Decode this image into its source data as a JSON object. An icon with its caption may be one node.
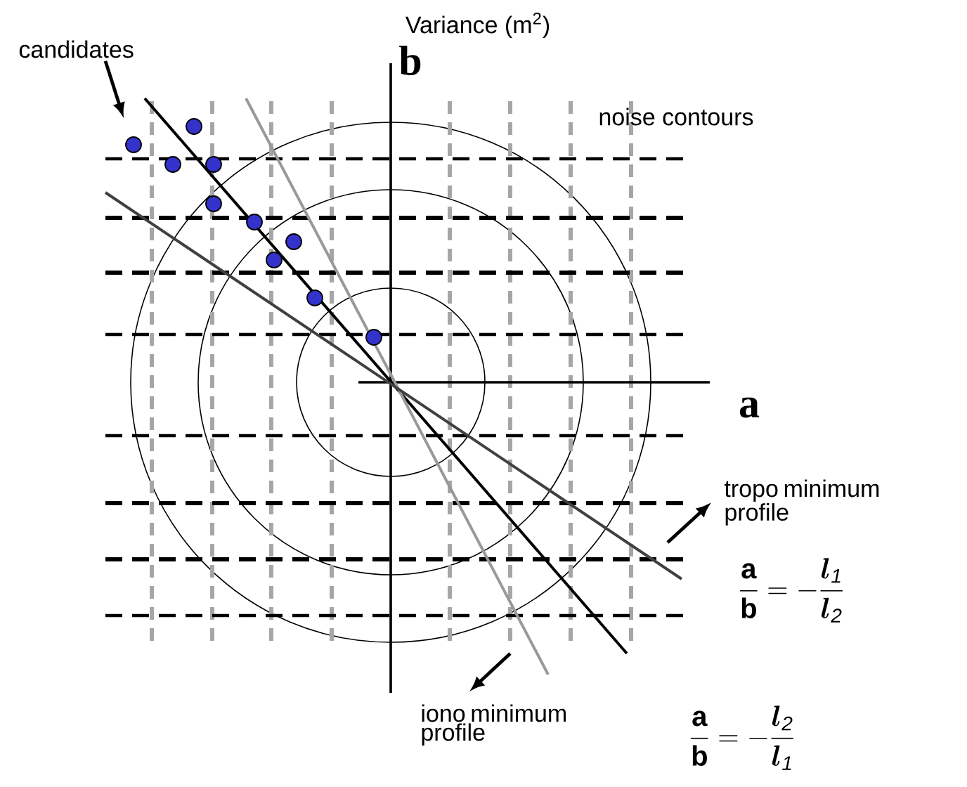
{
  "diagram": {
    "nodes": [
      {
        "text": [
          "candidates"
        ]
      },
      {
        "text": [
          "tropo minimum profile"
        ]
      },
      {
        "text": [
          "iono minimum profile"
        ]
      }
    ],
    "edges": [
      {
        "from": 0,
        "to": null,
        "arrow": "to"
      },
      {
        "from": null,
        "to": 1,
        "arrow": "to"
      },
      {
        "from": null,
        "to": 2,
        "arrow": "to"
      }
    ],
    "labels": [
      "Variance (m$^{2}$)",
      "b",
      "noise contours",
      "a",
      "\\frac{\\mathbf{a}}{\\mathbf{b}} = -\\frac{\\boldsymbol{l}_{\\mathit{1}}}{\\boldsymbol{l}_{\\mathit{2}}}",
      "\\frac{\\mathbf{a}}{\\mathbf{b}} = -\\frac{\\boldsymbol{l}_{\\mathit{2}}}{\\boldsymbol{l}_{\\mathit{1}}}"
    ]
  }
}
